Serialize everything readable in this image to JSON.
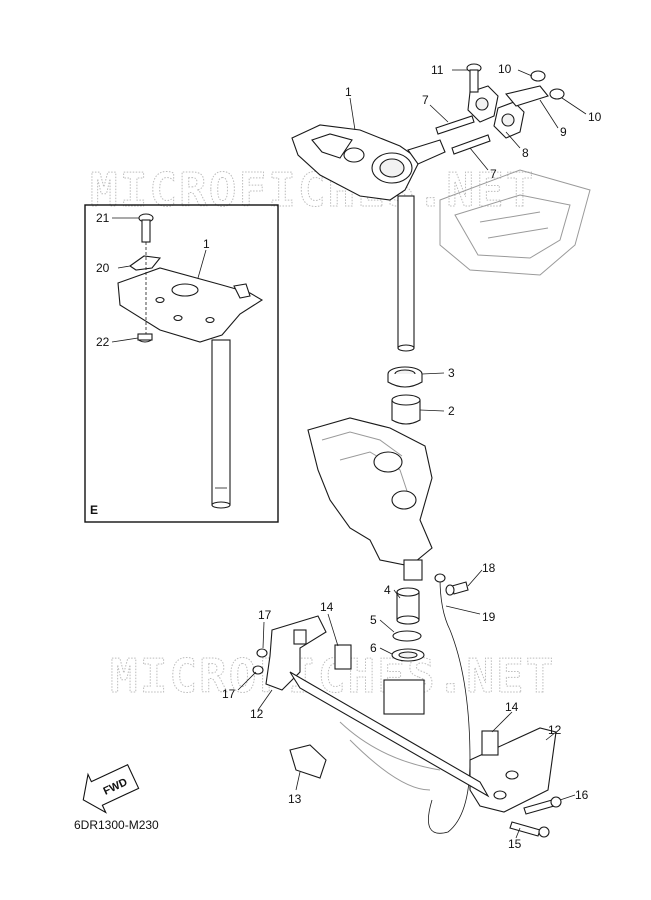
{
  "watermark": "MICROFICHES.NET",
  "inset_letter": "E",
  "diagram_code": "6DR1300-M230",
  "fwd_label": "FWD",
  "callouts": {
    "c1_main": "1",
    "c1_inset": "1",
    "c2": "2",
    "c3": "3",
    "c4": "4",
    "c5": "5",
    "c6": "6",
    "c7_upper": "7",
    "c7_lower": "7",
    "c8": "8",
    "c9": "9",
    "c10_upper": "10",
    "c10_lower": "10",
    "c11": "11",
    "c12_left": "12",
    "c12_right": "12",
    "c13": "13",
    "c14_left": "14",
    "c14_right": "14",
    "c15": "15",
    "c16": "16",
    "c17_upper": "17",
    "c17_lower": "17",
    "c18": "18",
    "c19": "19",
    "c20": "20",
    "c21": "21",
    "c22": "22"
  }
}
